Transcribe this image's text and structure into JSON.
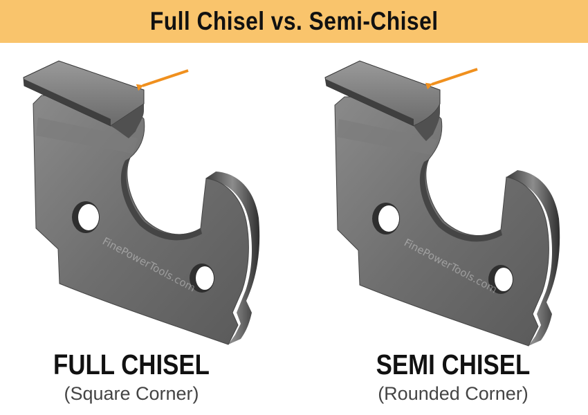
{
  "title": "Full Chisel vs. Semi-Chisel",
  "left": {
    "name": "FULL CHISEL",
    "corner": "(Square Corner)"
  },
  "right": {
    "name": "SEMI CHISEL",
    "corner": "(Rounded Corner)"
  },
  "watermark": "FinePowerTools.com",
  "colors": {
    "banner": "#f9c46c",
    "arrow": "#f0901e",
    "steel": "#6b6b6b"
  },
  "icons": [
    "arrow-icon"
  ]
}
